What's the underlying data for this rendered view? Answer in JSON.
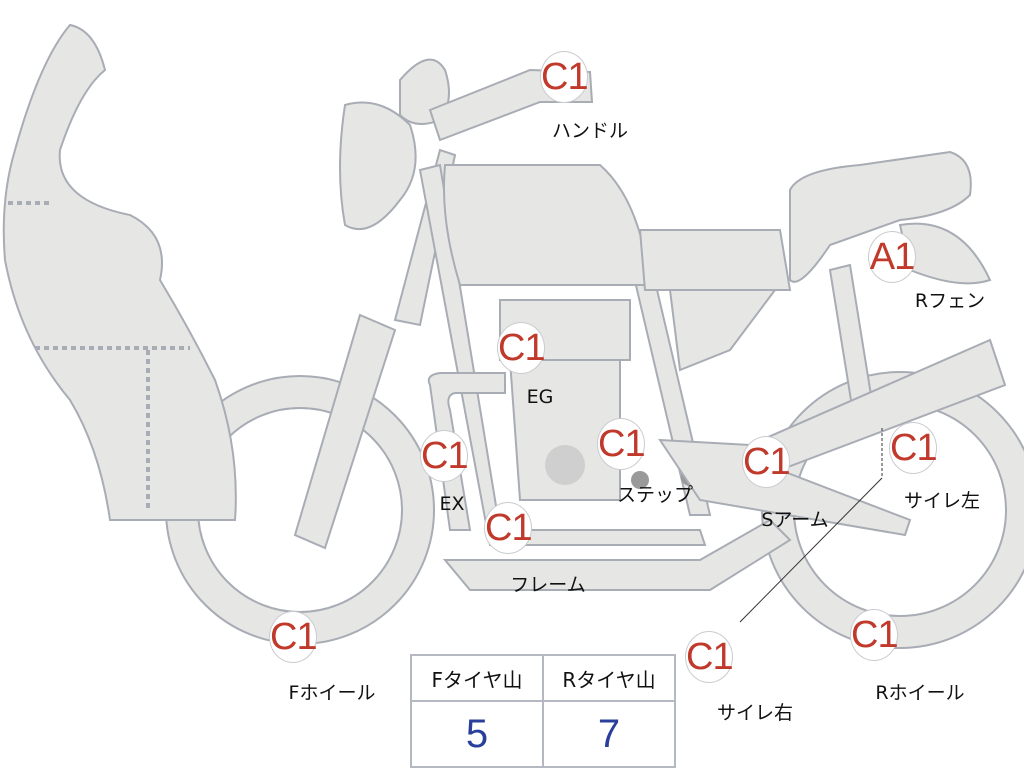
{
  "inspection_points": [
    {
      "id": "handle",
      "grade": "C1",
      "label": "ハンドル"
    },
    {
      "id": "r-fender",
      "grade": "A1",
      "label": "Rフェン"
    },
    {
      "id": "engine",
      "grade": "C1",
      "label": "EG"
    },
    {
      "id": "exhaust",
      "grade": "C1",
      "label": "EX"
    },
    {
      "id": "step",
      "grade": "C1",
      "label": "ステップ"
    },
    {
      "id": "swing-arm",
      "grade": "C1",
      "label": "Sアーム"
    },
    {
      "id": "silencer-left",
      "grade": "C1",
      "label": "サイレ左"
    },
    {
      "id": "frame",
      "grade": "C1",
      "label": "フレーム"
    },
    {
      "id": "f-wheel",
      "grade": "C1",
      "label": "Fホイール"
    },
    {
      "id": "silencer-right",
      "grade": "C1",
      "label": "サイレ右"
    },
    {
      "id": "r-wheel",
      "grade": "C1",
      "label": "Rホイール"
    }
  ],
  "tread_table": {
    "headers": [
      "Fタイヤ山",
      "Rタイヤ山"
    ],
    "values": [
      "5",
      "7"
    ]
  },
  "colors": {
    "grade": "#c0392b",
    "tread_value": "#2a3f9c",
    "body_fill": "#e6e6e4",
    "outline": "#a8acb4"
  }
}
